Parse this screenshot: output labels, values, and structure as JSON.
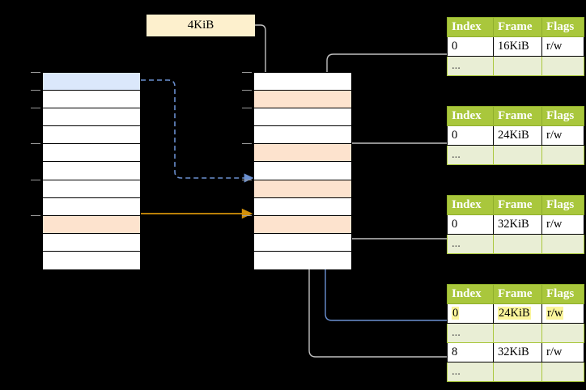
{
  "diagram": {
    "title": "page-table-walk-diagram",
    "size_label": {
      "text": "4KiB"
    },
    "colors": {
      "table_header_green": "#a9c73c",
      "table_alt_row": "#e9eed5",
      "cell_highlight_peach": "#fde3ce",
      "cell_highlight_blue": "#dbe8fb",
      "size_box_cream": "#fdf0cd",
      "text_highlight_yellow": "#fbf59b",
      "arrow_orange": "#d4920a",
      "arrow_blue": "#6a8fcf",
      "arrow_gray": "#bfbfbf"
    },
    "columns": [
      {
        "name": "virtual-address-space",
        "cells": [
          {
            "fill": "blue"
          },
          {
            "fill": "none"
          },
          {
            "fill": "none"
          },
          {
            "fill": "none"
          },
          {
            "fill": "none"
          },
          {
            "fill": "none"
          },
          {
            "fill": "none"
          },
          {
            "fill": "none"
          },
          {
            "fill": "peach"
          },
          {
            "fill": "none"
          },
          {
            "fill": "none"
          }
        ]
      },
      {
        "name": "physical-address-space",
        "cells": [
          {
            "fill": "none"
          },
          {
            "fill": "peach"
          },
          {
            "fill": "none"
          },
          {
            "fill": "none"
          },
          {
            "fill": "peach"
          },
          {
            "fill": "none"
          },
          {
            "fill": "peach"
          },
          {
            "fill": "none"
          },
          {
            "fill": "peach"
          },
          {
            "fill": "none"
          },
          {
            "fill": "none"
          }
        ]
      }
    ],
    "tables": [
      {
        "name": "page-table-1",
        "headers": [
          "Index",
          "Frame",
          "Flags"
        ],
        "rows": [
          {
            "cells": [
              "0",
              "16KiB",
              "r/w"
            ],
            "alt": false,
            "highlight": false
          },
          {
            "cells": [
              "...",
              "",
              ""
            ],
            "alt": true,
            "highlight": false
          }
        ]
      },
      {
        "name": "page-table-2",
        "headers": [
          "Index",
          "Frame",
          "Flags"
        ],
        "rows": [
          {
            "cells": [
              "0",
              "24KiB",
              "r/w"
            ],
            "alt": false,
            "highlight": false
          },
          {
            "cells": [
              "...",
              "",
              ""
            ],
            "alt": true,
            "highlight": false
          }
        ]
      },
      {
        "name": "page-table-3",
        "headers": [
          "Index",
          "Frame",
          "Flags"
        ],
        "rows": [
          {
            "cells": [
              "0",
              "32KiB",
              "r/w"
            ],
            "alt": false,
            "highlight": false
          },
          {
            "cells": [
              "...",
              "",
              ""
            ],
            "alt": true,
            "highlight": false
          }
        ]
      },
      {
        "name": "page-table-4",
        "headers": [
          "Index",
          "Frame",
          "Flags"
        ],
        "rows": [
          {
            "cells": [
              "0",
              "24KiB",
              "r/w"
            ],
            "alt": false,
            "highlight": true
          },
          {
            "cells": [
              "...",
              "",
              ""
            ],
            "alt": true,
            "highlight": false
          },
          {
            "cells": [
              "8",
              "32KiB",
              "r/w"
            ],
            "alt": false,
            "highlight": false
          },
          {
            "cells": [
              "...",
              "",
              ""
            ],
            "alt": true,
            "highlight": false
          }
        ]
      }
    ]
  }
}
